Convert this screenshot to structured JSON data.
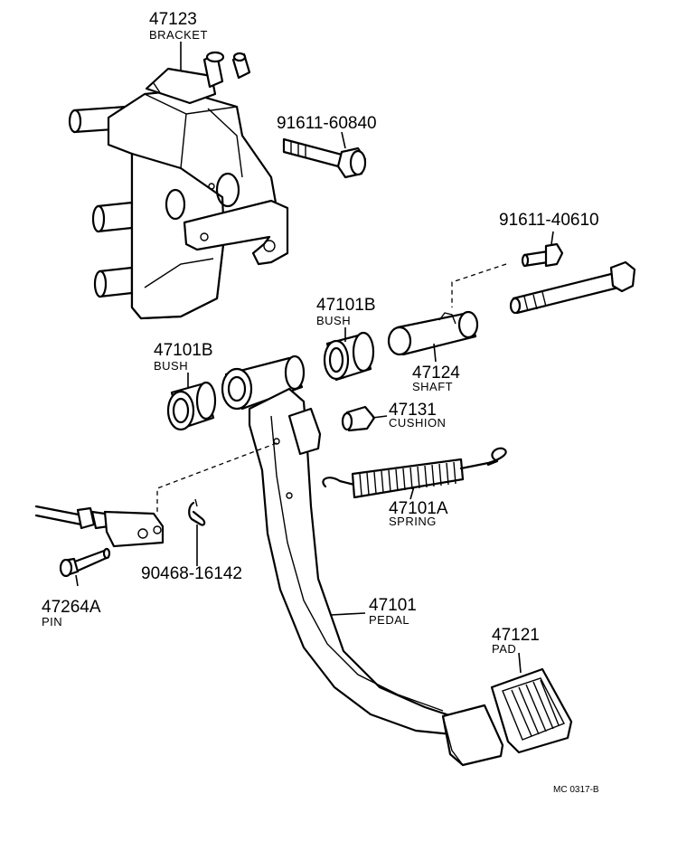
{
  "parts": [
    {
      "id": "bracket",
      "number": "47123",
      "name": "BRACKET"
    },
    {
      "id": "bolt_large",
      "number": "91611-60840",
      "name": ""
    },
    {
      "id": "bolt_small",
      "number": "91611-40610",
      "name": ""
    },
    {
      "id": "bush_upper",
      "number": "47101B",
      "name": "BUSH"
    },
    {
      "id": "bush_lower",
      "number": "47101B",
      "name": "BUSH"
    },
    {
      "id": "shaft",
      "number": "47124",
      "name": "SHAFT"
    },
    {
      "id": "cushion",
      "number": "47131",
      "name": "CUSHION"
    },
    {
      "id": "spring",
      "number": "47101A",
      "name": "SPRING"
    },
    {
      "id": "clip",
      "number": "90468-16142",
      "name": ""
    },
    {
      "id": "pin",
      "number": "47264A",
      "name": "PIN"
    },
    {
      "id": "pedal",
      "number": "47101",
      "name": "PEDAL"
    },
    {
      "id": "pad",
      "number": "47121",
      "name": "PAD"
    }
  ],
  "figure_code": "MC 0317-B"
}
